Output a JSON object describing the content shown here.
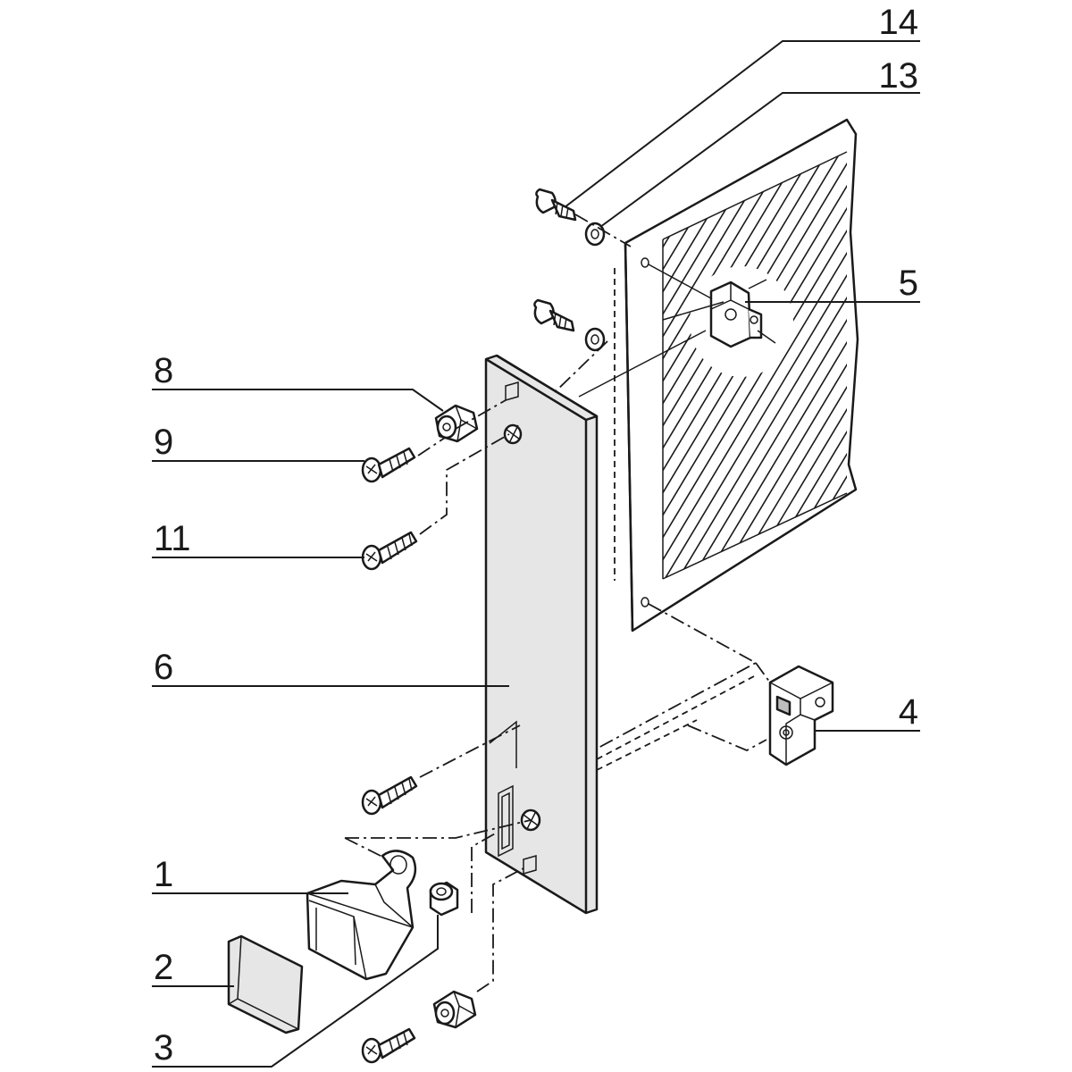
{
  "callouts": [
    {
      "id": "14",
      "label": "14"
    },
    {
      "id": "13",
      "label": "13"
    },
    {
      "id": "5",
      "label": "5"
    },
    {
      "id": "8",
      "label": "8"
    },
    {
      "id": "9",
      "label": "9"
    },
    {
      "id": "11",
      "label": "11"
    },
    {
      "id": "6",
      "label": "6"
    },
    {
      "id": "4",
      "label": "4"
    },
    {
      "id": "1",
      "label": "1"
    },
    {
      "id": "2",
      "label": "2"
    },
    {
      "id": "3",
      "label": "3"
    }
  ],
  "colors": {
    "line": "#1a1a1a",
    "panel_fill": "#e6e6e6",
    "background": "#ffffff"
  }
}
